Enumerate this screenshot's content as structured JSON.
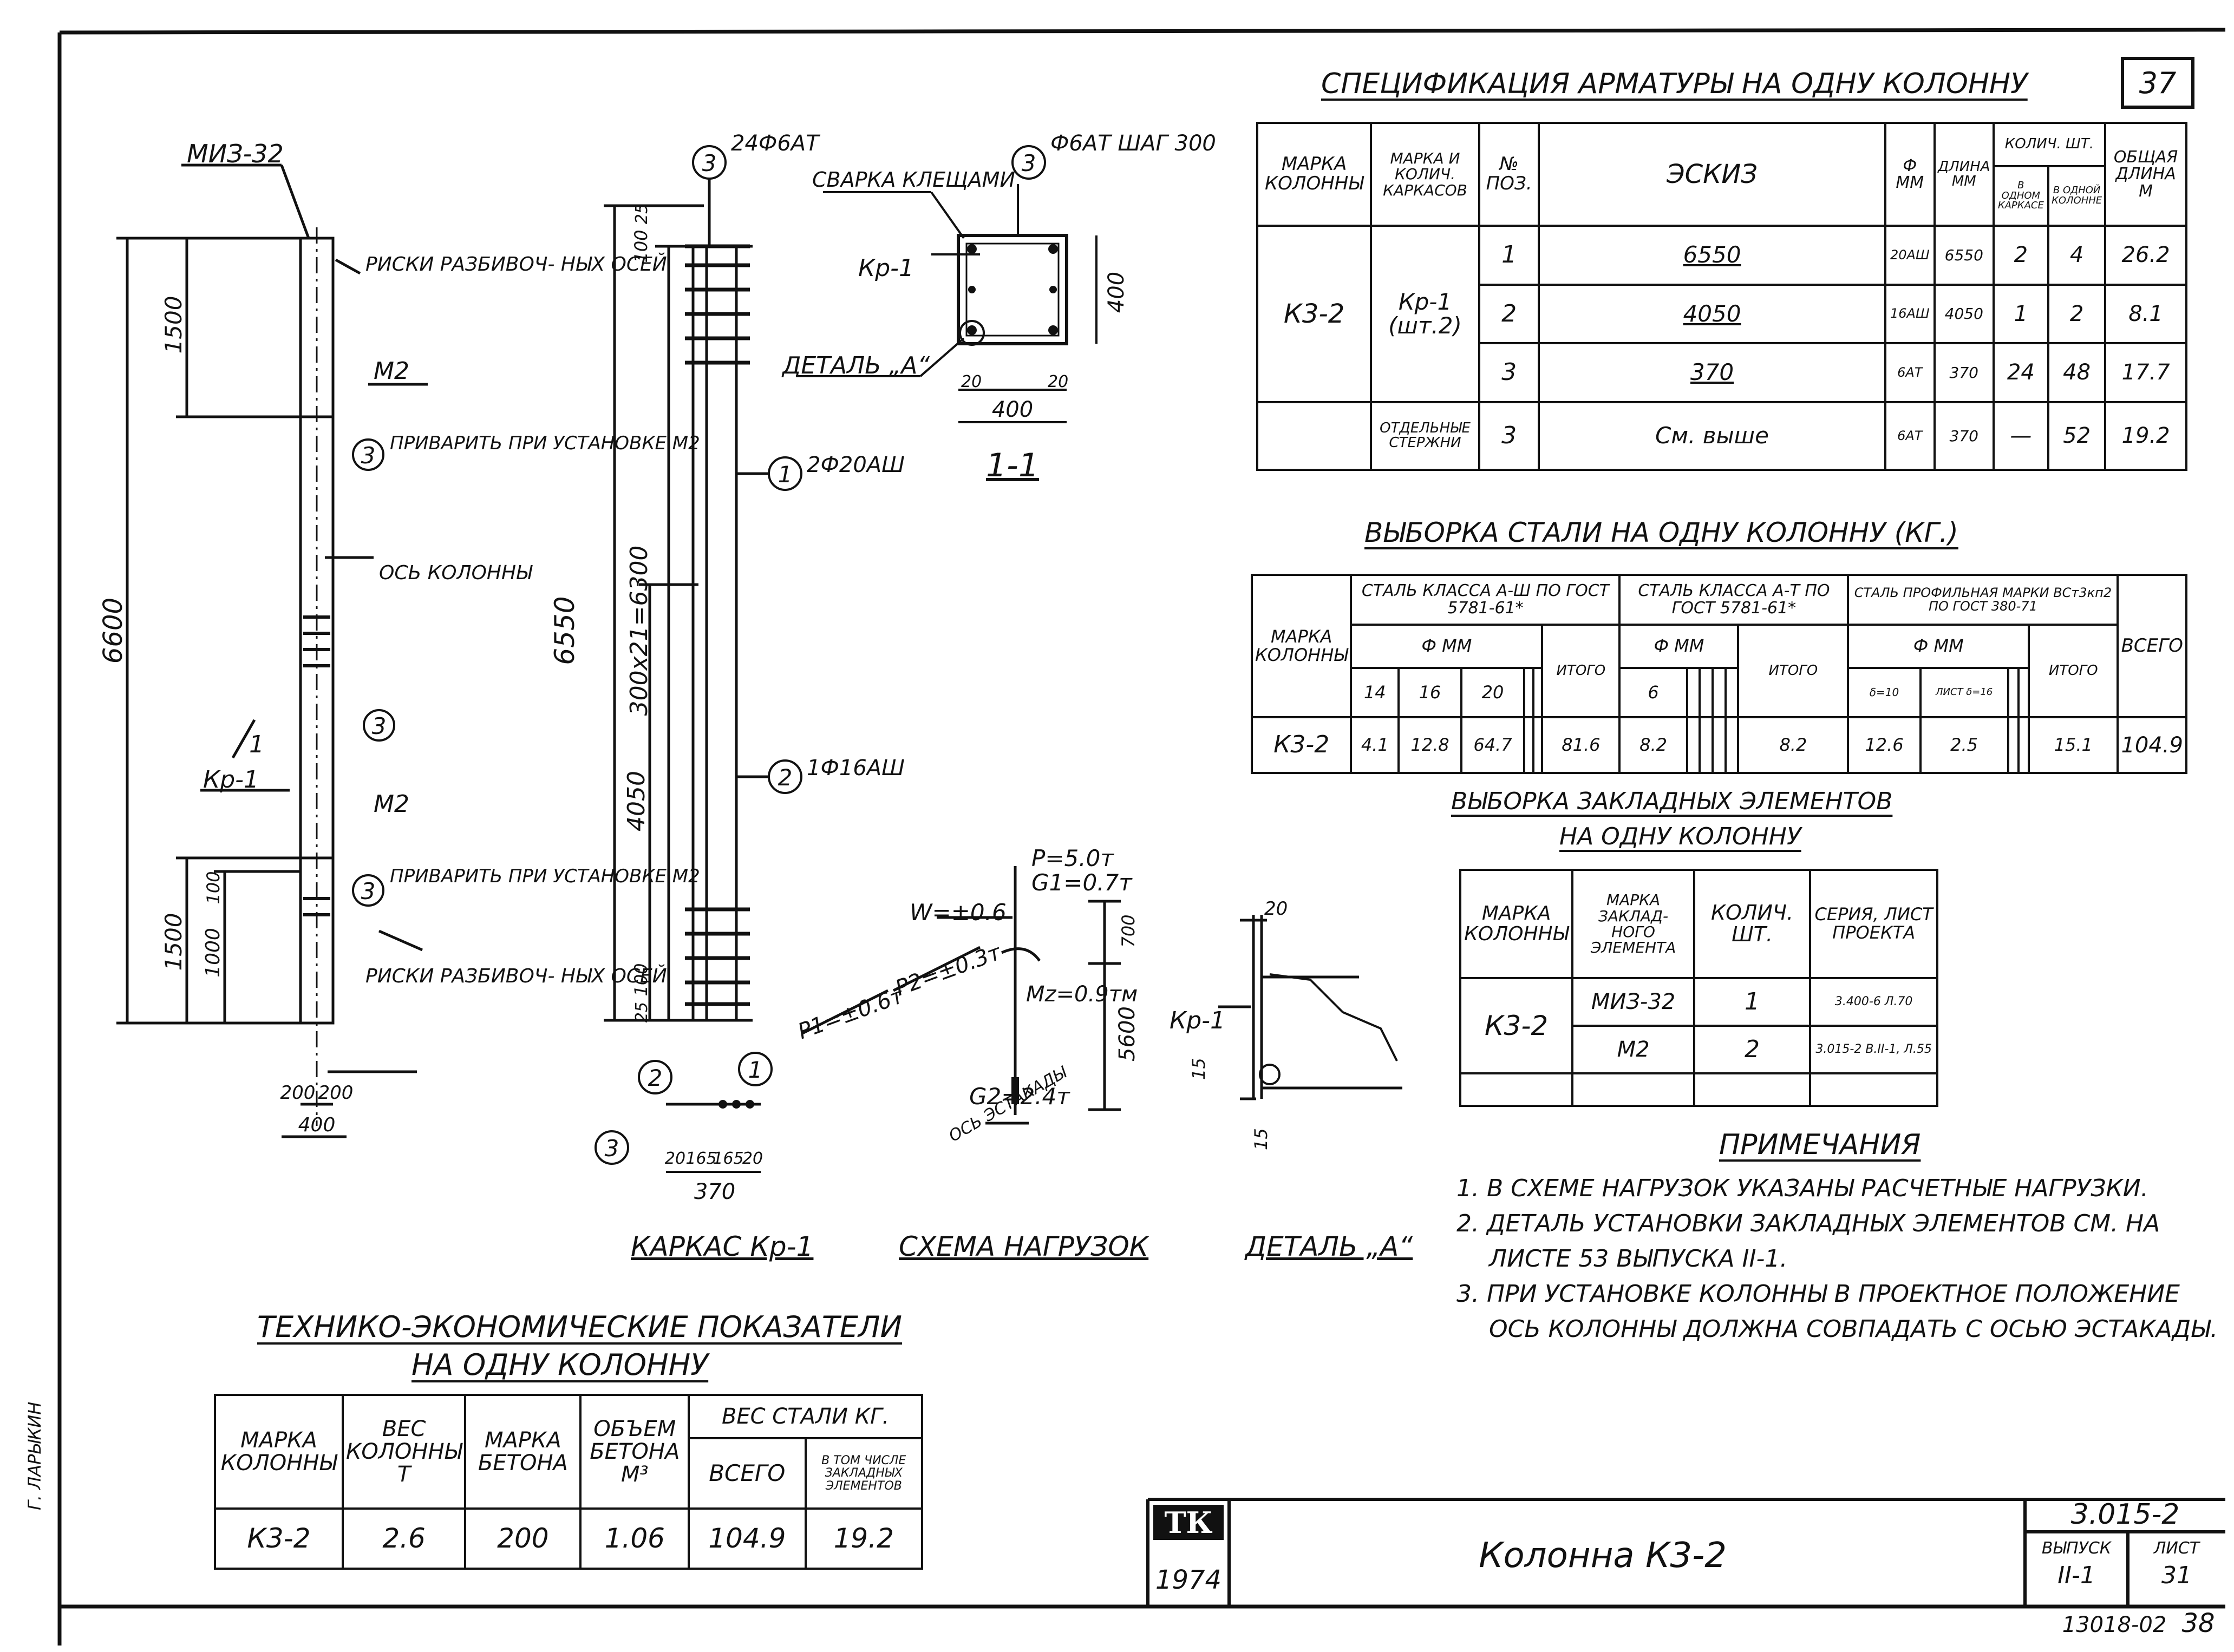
{
  "sheet": {
    "number": "37",
    "stamp_bottom": "13018-02",
    "page_bottom": "38",
    "author_margin": "Г. ЛАРЫКИН"
  },
  "spec": {
    "title": "СПЕЦИФИКАЦИЯ АРМАТУРЫ НА ОДНУ КОЛОННУ",
    "headers": [
      "МАРКА КОЛОННЫ",
      "МАРКА И КОЛИЧ. КАРКАСОВ",
      "№ ПОЗ.",
      "ЭСКИЗ",
      "Ф ММ",
      "ДЛИНА ММ",
      "В ОДНОМ КАРКАСЕ",
      "В ОДНОЙ КОЛОННЕ",
      "ОБЩАЯ ДЛИНА М"
    ],
    "count_header": "КОЛИЧ. ШТ.",
    "column_mark": "К3-2",
    "frame_mark": "Кр-1 (шт.2)",
    "separate_label": "ОТДЕЛЬНЫЕ СТЕРЖНИ",
    "rows": [
      {
        "pos": "1",
        "sketch": "6550",
        "dia": "20АШ",
        "len": "6550",
        "frame": "2",
        "col": "4",
        "total": "26.2"
      },
      {
        "pos": "2",
        "sketch": "4050",
        "dia": "16АШ",
        "len": "4050",
        "frame": "1",
        "col": "2",
        "total": "8.1"
      },
      {
        "pos": "3",
        "sketch": "370",
        "dia": "6АТ",
        "len": "370",
        "frame": "24",
        "col": "48",
        "total": "17.7"
      },
      {
        "pos": "3",
        "sketch": "См. выше",
        "dia": "6АТ",
        "len": "370",
        "frame": "—",
        "col": "52",
        "total": "19.2"
      }
    ]
  },
  "steel": {
    "title": "ВЫБОРКА СТАЛИ НА ОДНУ КОЛОННУ (КГ.)",
    "mark_header": "МАРКА КОЛОННЫ",
    "group1": "СТАЛЬ КЛАССА А-Ш ПО ГОСТ 5781-61*",
    "group2": "СТАЛЬ КЛАССА А-Т ПО ГОСТ 5781-61*",
    "group3": "СТАЛЬ ПРОФИЛЬНАЯ МАРКИ ВСт3кп2 ПО ГОСТ 380-71",
    "dia_header": "Ф ММ",
    "total_label": "ИТОГО",
    "grand_label": "ВСЕГО",
    "g1_dias": [
      "14",
      "16",
      "20"
    ],
    "g2_dias": [
      "6"
    ],
    "g3_dias": [
      "δ=10",
      "ЛИСТ δ=16"
    ],
    "mark": "К3-2",
    "g1_vals": [
      "4.1",
      "12.8",
      "64.7"
    ],
    "g1_total": "81.6",
    "g2_vals": [
      "8.2"
    ],
    "g2_total": "8.2",
    "g3_vals": [
      "12.6",
      "2.5"
    ],
    "g3_total": "15.1",
    "grand": "104.9"
  },
  "embedded": {
    "title1": "ВЫБОРКА ЗАКЛАДНЫХ ЭЛЕМЕНТОВ",
    "title2": "НА ОДНУ КОЛОННУ",
    "headers": [
      "МАРКА КОЛОННЫ",
      "МАРКА ЗАКЛАД- НОГО ЭЛЕМЕНТА",
      "КОЛИЧ. ШТ.",
      "СЕРИЯ, ЛИСТ ПРОЕКТА"
    ],
    "mark": "К3-2",
    "rows": [
      {
        "el": "МИЗ-32",
        "qty": "1",
        "series": "3.400-6 Л.70"
      },
      {
        "el": "М2",
        "qty": "2",
        "series": "3.015-2 В.II-1, Л.55"
      }
    ]
  },
  "notes": {
    "title": "ПРИМЕЧАНИЯ",
    "items": [
      "1. В СХЕМЕ НАГРУЗОК УКАЗАНЫ РАСЧЕТНЫЕ НАГРУЗКИ.",
      "2. ДЕТАЛЬ УСТАНОВКИ ЗАКЛАДНЫХ ЭЛЕМЕНТОВ СМ. НА",
      "ЛИСТЕ     53   ВЫПУСКА  II-1.",
      "3. ПРИ УСТАНОВКЕ КОЛОННЫ В ПРОЕКТНОЕ ПОЛОЖЕНИЕ",
      "ОСЬ КОЛОННЫ ДОЛЖНА СОВПАДАТЬ С ОСЬЮ ЭСТАКАДЫ."
    ]
  },
  "tep": {
    "title1": "ТЕХНИКО-ЭКОНОМИЧЕСКИЕ ПОКАЗАТЕЛИ",
    "title2": "НА ОДНУ КОЛОННУ",
    "headers": [
      "МАРКА КОЛОННЫ",
      "ВЕС КОЛОННЫ Т",
      "МАРКА БЕТОНА",
      "ОБЪЕМ БЕТОНА М³"
    ],
    "steel_header": "ВЕС СТАЛИ КГ.",
    "steel_sub": [
      "ВСЕГО",
      "В ТОМ ЧИСЛЕ ЗАКЛАДНЫХ ЭЛЕМЕНТОВ"
    ],
    "values": [
      "К3-2",
      "2.6",
      "200",
      "1.06",
      "104.9",
      "19.2"
    ]
  },
  "title_block": {
    "logo": "ТК",
    "year": "1974",
    "name": "Колонна К3-2",
    "series": "3.015-2",
    "issue_label": "ВЫПУСК",
    "issue": "II-1",
    "sheet_label": "ЛИСТ",
    "sheet": "31"
  },
  "drawing": {
    "col_top_mark": "МИЗ-32",
    "risks": "РИСКИ РАЗБИВОЧ- НЫХ ОСЕЙ",
    "m2": "М2",
    "weld": "ПРИВАРИТЬ ПРИ УСТАНОВКЕ М2",
    "axis": "ОСЬ КОЛОННЫ",
    "kr1": "Кр-1",
    "sec": "1",
    "d1500": "1500",
    "d6600": "6600",
    "d1000": "1000",
    "d100": "100",
    "d200a": "200",
    "d200b": "200",
    "d400": "400",
    "frame_6550": "6550",
    "frame_300x21": "300х21=6300",
    "frame_4050": "4050",
    "frame_100": "100",
    "frame_25": "25",
    "c3_top": "24Ф6АТ",
    "weld_tongs": "СВАРКА КЛЕЩАМИ",
    "c1": "2Ф20АШ",
    "c2": "1Ф16АШ",
    "f_dims": [
      "20",
      "165",
      "165",
      "20"
    ],
    "f_370": "370",
    "frame_title": "КАРКАС Кр-1",
    "s_c3": "Ф6АТ ШАГ 300",
    "s_detail": "ДЕТАЛЬ „А“",
    "s_20a": "20",
    "s_20b": "20",
    "s_400": "400",
    "s_400v": "400",
    "s_title": "1-1",
    "p": "P=5.0т",
    "g1": "G1=0.7т",
    "w": "W=±0.6",
    "pl": "P1=±0.6т",
    "p2": "P2=±0.3т",
    "mz": "Mz=0.9тм",
    "g2": "G2=2.4т",
    "d700": "700",
    "d5600": "5600",
    "axis_est": "ОСЬ ЭСТАКАДЫ",
    "load_title": "СХЕМА НАГРУЗОК",
    "d_20": "20",
    "d_15a": "15",
    "d_15b": "15",
    "d_kr1": "Кр-1",
    "detail_title": "ДЕТАЛЬ „А“"
  }
}
